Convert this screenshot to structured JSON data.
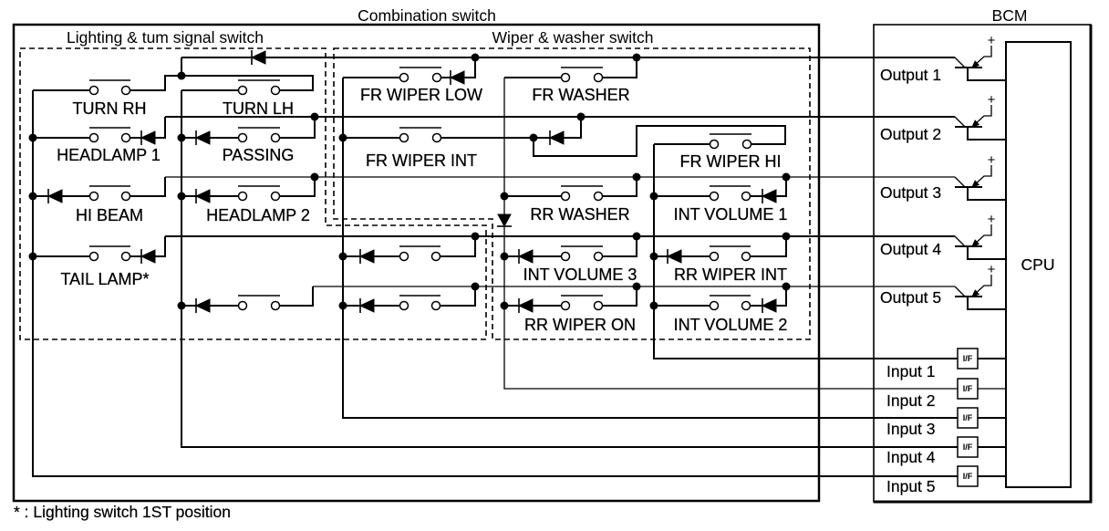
{
  "combination_switch": {
    "title": "Combination switch",
    "lighting_turn_signal_switch": {
      "title": "Lighting & tum signal switch",
      "switch_labels": [
        "TURN RH",
        "TURN LH",
        "HEADLAMP 1",
        "PASSING",
        "HI BEAM",
        "HEADLAMP 2",
        "TAIL LAMP*"
      ]
    },
    "wiper_washer_switch": {
      "title": "Wiper & washer switch",
      "switch_labels": [
        "FR WIPER LOW",
        "FR WASHER",
        "FR WIPER INT",
        "FR WIPER HI",
        "RR WASHER",
        "INT VOLUME 1",
        "INT VOLUME 3",
        "RR WIPER INT",
        "RR WIPER ON",
        "INT VOLUME 2"
      ]
    }
  },
  "bcm": {
    "title": "BCM",
    "cpu_label": "CPU",
    "outputs": [
      "Output 1",
      "Output 2",
      "Output 3",
      "Output 4",
      "Output 5"
    ],
    "inputs": [
      "Input 1",
      "Input 2",
      "Input 3",
      "Input 4",
      "Input 5"
    ],
    "interface_block_label": "I/F",
    "supply_symbol": "+"
  },
  "footnote": "* : Lighting switch 1ST position"
}
